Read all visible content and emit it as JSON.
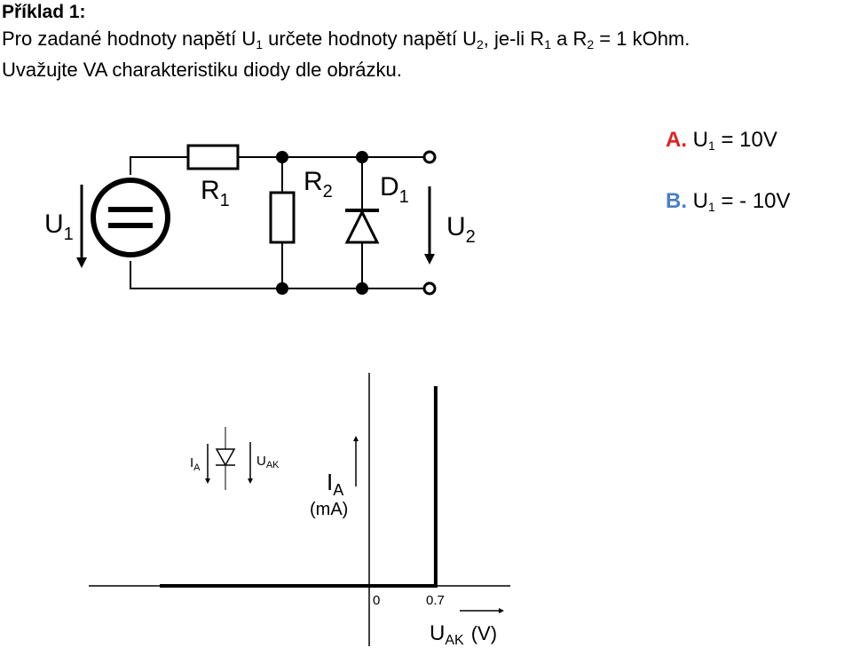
{
  "title": "Příklad 1:",
  "task": {
    "line1": {
      "a": "Pro zadané hodnoty napětí U",
      "a_sub": "1",
      "b": " určete hodnoty napětí U",
      "b_sub": "2",
      "c": ", je-li R",
      "c_sub": "1",
      "d": " a R",
      "d_sub": "2",
      "e": " = 1 kOhm."
    },
    "line2": "Uvažujte VA charakteristiku diody dle obrázku."
  },
  "options": [
    {
      "letter": "A.",
      "var": "U",
      "sub": "1",
      "value": " = 10V",
      "color": "#e02020"
    },
    {
      "letter": "B.",
      "var": "U",
      "sub": "1",
      "value": " = - 10V",
      "color": "#4a7fc6"
    }
  ],
  "circuit": {
    "source_label": "U",
    "source_sub": "1",
    "r1_label": "R",
    "r1_sub": "1",
    "r2_label": "R",
    "r2_sub": "2",
    "d1_label": "D",
    "d1_sub": "1",
    "out_label": "U",
    "out_sub": "2"
  },
  "va_chart": {
    "y_label_main": "I",
    "y_label_sub": "A",
    "y_unit": "(mA)",
    "x_label_main": "U",
    "x_label_sub": "AK",
    "x_unit": "(V)",
    "tick_zero": "0",
    "tick_knee": "0.7",
    "inset_ia": "I",
    "inset_ia_sub": "A",
    "inset_uak": "U",
    "inset_uak_sub": "AK",
    "knee_voltage": 0.7
  }
}
